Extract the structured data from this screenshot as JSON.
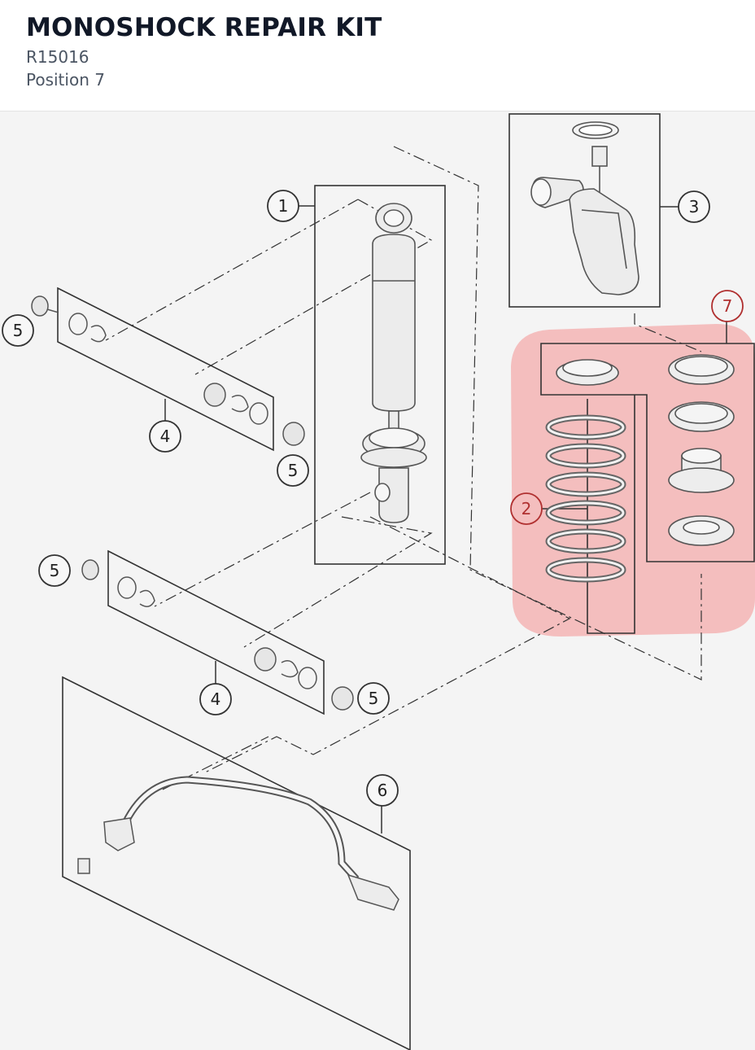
{
  "header": {
    "title": "MONOSHOCK REPAIR KIT",
    "part_number": "R15016",
    "position": "Position 7"
  },
  "highlight": {
    "position": "7",
    "color": "#f4a9a9"
  },
  "callouts": [
    "1",
    "2",
    "3",
    "4",
    "4",
    "5",
    "5",
    "5",
    "5",
    "6",
    "7"
  ],
  "colors": {
    "line": "#333333",
    "part_stroke": "#555555",
    "part_fill": "#e9e9e9",
    "highlight_text": "#b03030"
  }
}
